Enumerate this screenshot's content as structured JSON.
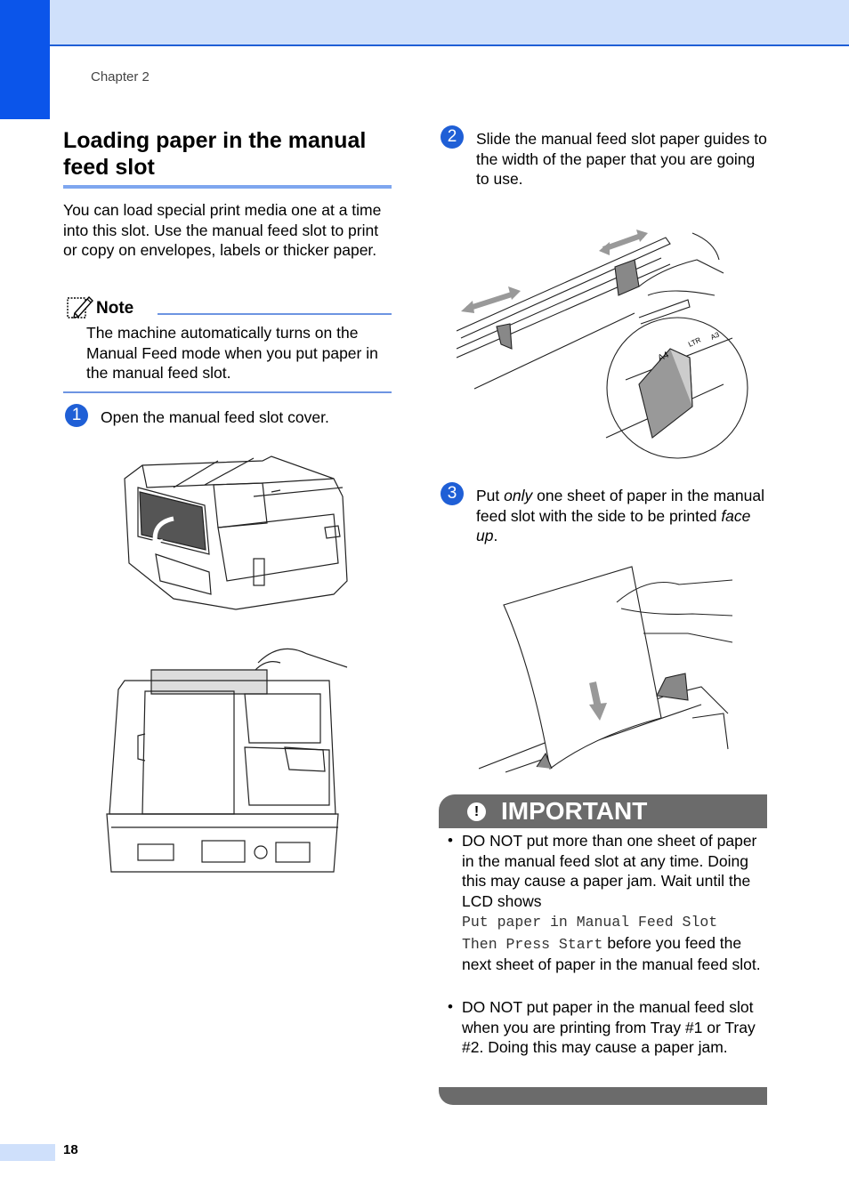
{
  "header": {
    "chapter": "Chapter 2"
  },
  "section": {
    "title": "Loading paper in the manual feed slot",
    "intro": "You can load special print media one at a time into this slot. Use the manual feed slot to print or copy on envelopes, labels or thicker paper."
  },
  "note": {
    "label": "Note",
    "text": "The machine automatically turns on the Manual Feed mode when you put paper in the manual feed slot."
  },
  "steps": [
    {
      "number": "1",
      "text": "Open the manual feed slot cover."
    },
    {
      "number": "2",
      "text": "Slide the manual feed slot paper guides to the width of the paper that you are going to use."
    },
    {
      "number": "3",
      "text_pre": "Put ",
      "text_em1": "only",
      "text_mid": " one sheet of paper in the manual feed slot with the side to be printed ",
      "text_em2": "face up",
      "text_post": "."
    }
  ],
  "figure_labels": {
    "a4": "A4",
    "ltr": "LTR",
    "a3": "A3"
  },
  "important": {
    "title": "IMPORTANT",
    "bullet1_pre": "DO NOT put more than one sheet of paper in the manual feed slot at any time. Doing this may cause a paper jam. Wait until the LCD shows",
    "bullet1_mono1": "Put paper in Manual Feed Slot",
    "bullet1_mono2": "Then Press Start",
    "bullet1_post": "before you feed the next sheet of paper in the manual feed slot.",
    "bullet2": "DO NOT put paper in the manual feed slot when you are printing from Tray #1 or Tray #2. Doing this may cause a paper jam."
  },
  "footer": {
    "page_number": "18"
  },
  "colors": {
    "accent": "#1f5fd6",
    "tab": "#0b55ea",
    "band": "#cfe0fb",
    "important": "#6b6b6b"
  }
}
